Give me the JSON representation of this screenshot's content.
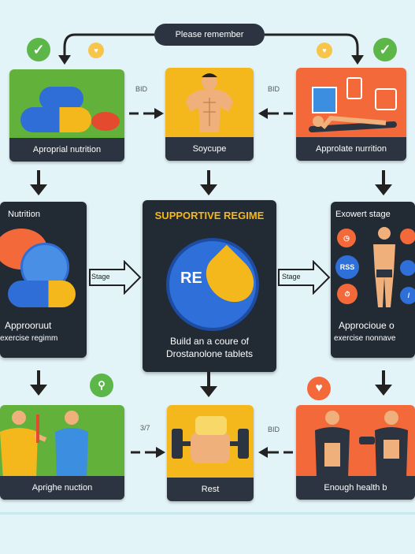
{
  "header": {
    "banner": "Please remember"
  },
  "top_row": {
    "left_caption": "Aproprial nutrition",
    "left_tag": "BID",
    "mid_caption": "Soycupe",
    "mid_tag": "BID",
    "right_caption": "Approlate nurrition"
  },
  "middle_row": {
    "left_title": "Nutrition",
    "left_line1": "Approoruut",
    "left_line2": "exercise regimm",
    "left_arrow_label": "Stage",
    "center_title": "SUPPORTIVE REGIME",
    "center_logo": "RE",
    "center_line1": "Build an a coure of",
    "center_line2": "Drostanolone tablets",
    "right_arrow_label": "Stage",
    "right_title": "Exowert stage",
    "right_badge": "RSS",
    "right_line1": "Approcioue o",
    "right_line2": "exercise nonnave"
  },
  "bottom_row": {
    "left_caption": "Aprighe nuction",
    "left_tag": "3/7",
    "mid_caption": "Rest",
    "mid_tag": "BID",
    "right_caption": "Enough health b"
  },
  "colors": {
    "green": "#62b13b",
    "yellow": "#f5b81c",
    "orange": "#f4693a",
    "dark": "#222a33",
    "background": "#e3f4f8"
  }
}
